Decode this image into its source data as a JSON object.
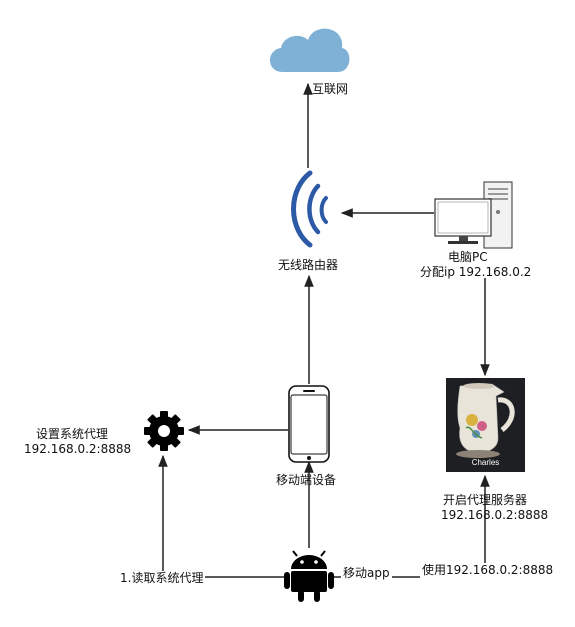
{
  "nodes": {
    "internet": {
      "label": "互联网",
      "icon": "cloud-icon"
    },
    "router": {
      "label": "无线路由器",
      "icon": "wifi-signal-icon"
    },
    "pc": {
      "label_line1": "电脑PC",
      "label_line2": "分配ip 192.168.0.2",
      "icon": "desktop-computer-icon"
    },
    "settings": {
      "label_line1": "设置系统代理",
      "label_line2": "192.168.0.2:8888",
      "icon": "gear-icon"
    },
    "phone": {
      "label": "移动端设备",
      "icon": "smartphone-icon"
    },
    "charles": {
      "app_name": "Charles",
      "label_line1": "开启代理服务器",
      "label_line2": "192.168.0.2:8888",
      "icon": "charles-jug-icon"
    },
    "android": {
      "icon": "android-icon"
    }
  },
  "edges": {
    "read_proxy": "1.读取系统代理",
    "mobile_app": "移动app",
    "use_proxy": "使用192.168.0.2:8888"
  },
  "colors": {
    "cloud": "#7fb0d6",
    "wifi": "#2d5aa6",
    "line": "#222222"
  }
}
